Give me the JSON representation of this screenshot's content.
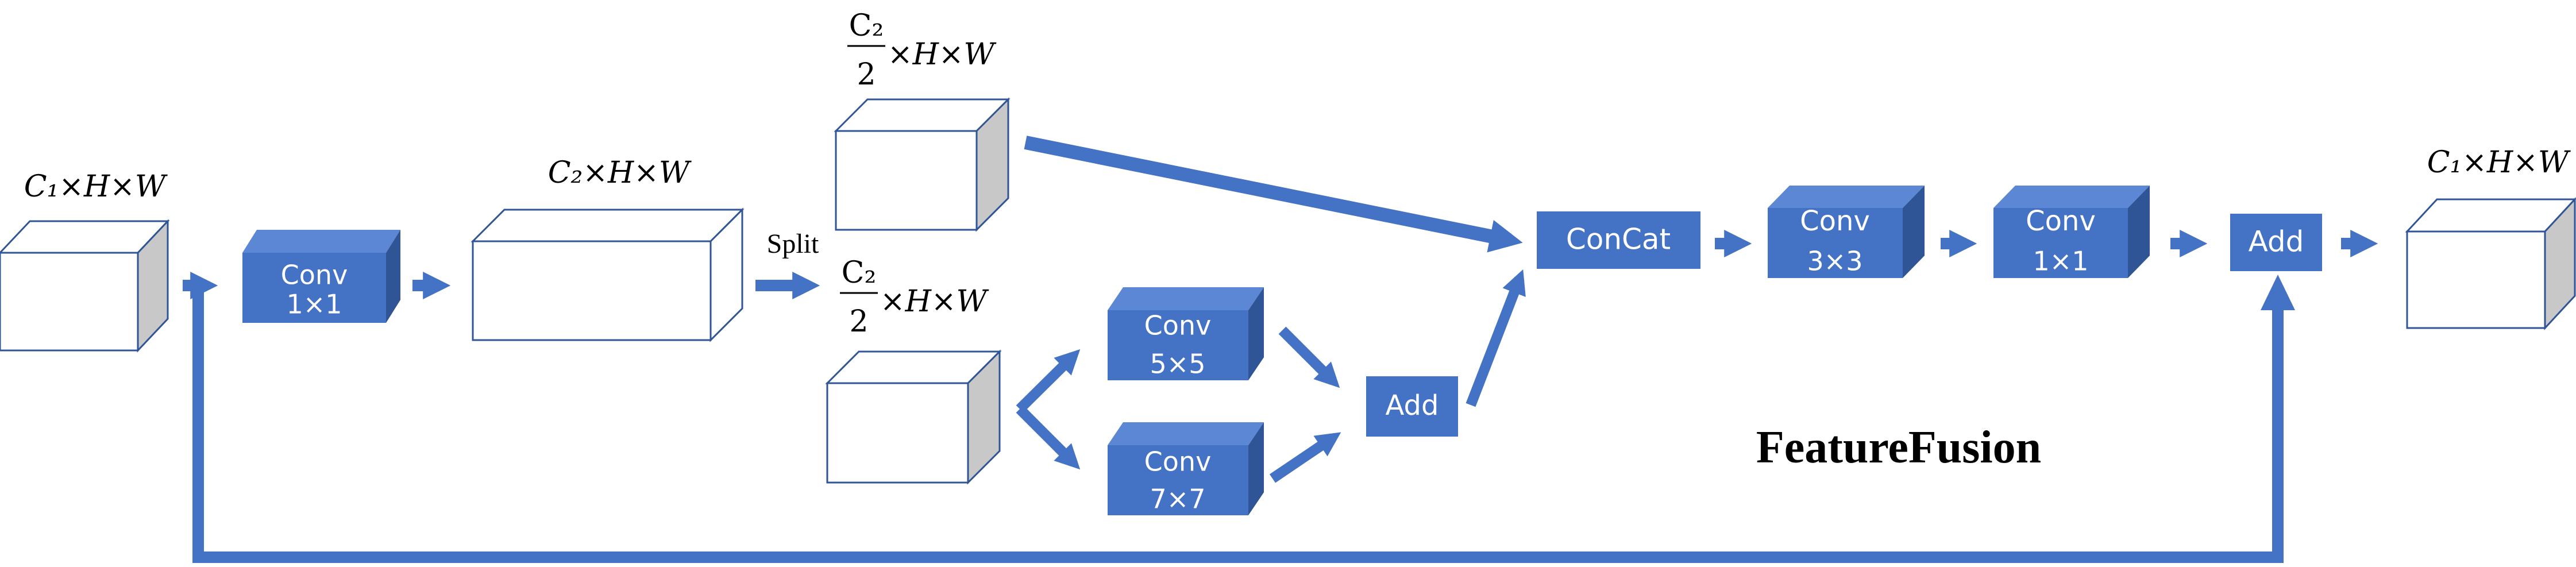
{
  "colors": {
    "block_blue": "#4472C4",
    "block_blue_top": "#5B87D4",
    "block_blue_side": "#2F5597",
    "arrow_blue": "#4472C4",
    "box_side_gray": "#C8C8C8",
    "box_outline": "#2F5597"
  },
  "labels": {
    "input_dims": "C₁×H×W",
    "after_conv_dims": "C₂×H×W",
    "split": "Split",
    "half_channels_num": "C₂",
    "half_channels_den": "2",
    "half_dims_suffix": "×H×W",
    "output_dims": "C₁×H×W"
  },
  "blocks": {
    "conv1": {
      "line1": "Conv",
      "line2": "1×1"
    },
    "conv5": {
      "line1": "Conv",
      "line2": "5×5"
    },
    "conv7": {
      "line1": "Conv",
      "line2": "7×7"
    },
    "add_inner": {
      "line1": "Add"
    },
    "concat": {
      "line1": "ConCat"
    },
    "conv3b": {
      "line1": "Conv",
      "line2": "3×3"
    },
    "conv1b": {
      "line1": "Conv",
      "line2": "1×1"
    },
    "add_final": {
      "line1": "Add"
    }
  },
  "title": "FeatureFusion"
}
